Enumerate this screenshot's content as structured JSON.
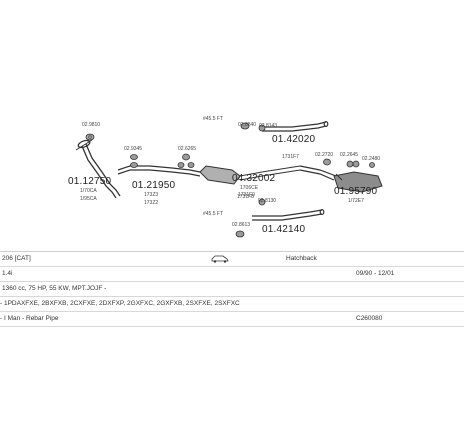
{
  "diagram": {
    "parts": {
      "front_pipe": {
        "code": "01.12750",
        "ref": "1/70CA",
        "note": "1/95CA",
        "clamp": "02.9810"
      },
      "mid_pipe": {
        "code": "01.21950",
        "ref": "173Z3",
        "note": "173Z2",
        "clamp_a": "02.9345",
        "clamp_b": "02.6265"
      },
      "catalyst": {
        "code": "04.32002",
        "ref": "1706CE",
        "note": "1731F8"
      },
      "rear_muffler": {
        "code": "01.95790",
        "ref": "1/72E7",
        "clamp_a": "02.2720",
        "clamp_b": "02.2645",
        "clamp_c": "02.2480"
      },
      "tail_upper": {
        "code": "01.42020",
        "length": "#45.5 FT",
        "clamp_a": "02.8840",
        "clamp_b": "02.8143",
        "ref": "1731F7"
      },
      "tail_lower": {
        "code": "01.42140",
        "length": "#45.5 FT",
        "clamp_a": "02.8613",
        "clamp_b": "02.8130",
        "ref": "1731F0"
      }
    }
  },
  "info": {
    "model": "206 [CAT]",
    "body": "Hatchback",
    "engine": "1.4i",
    "dates": "09/90 - 12/01",
    "spec": "1360 cc, 75 HP, 55 KW, MPT.JOJF -",
    "codes": "- 1PDAXFXE, 2BXFXB, 2CXFXE, 2DXFXP, 2GXFXC, 2GXFXB, 2SXFXE, 2SXFXC",
    "system": "- I Man - Rebar Pipe",
    "system_code": "C260080"
  },
  "colors": {
    "line": "#333333",
    "muffler_fill": "#8c8c8c",
    "row_border": "#d8d8d8"
  }
}
